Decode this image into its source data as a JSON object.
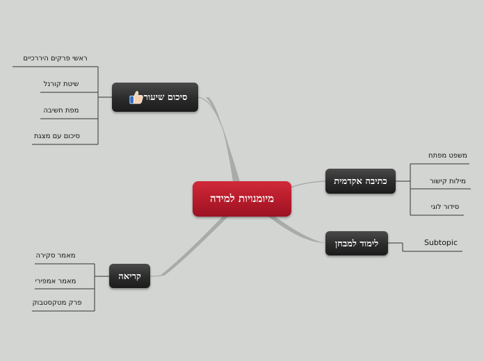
{
  "central": {
    "label": "מיומנויות למידה"
  },
  "topics": {
    "summary": {
      "label": "סיכום שיעור",
      "icon": "thumbs-up-icon",
      "leaves": [
        "ראשי פרקים היררכיים",
        "שיטת קורנל",
        "מפת חשיבה",
        "סיכום עם מצגת"
      ]
    },
    "academic": {
      "label": "כתיבה אקדמית",
      "leaves": [
        "משפט מפתח",
        "מילות קישור",
        "סידור לוגי"
      ]
    },
    "exam": {
      "label": "לימוד למבחן",
      "leaves": [
        "Subtopic"
      ]
    },
    "reading": {
      "label": "קריאה",
      "leaves": [
        "מאמר סקירה",
        "מאמר אמפירי",
        "פרק מטקסטבוק"
      ]
    }
  },
  "colors": {
    "background": "#d3d5d2",
    "central": "#b81c2c",
    "topic": "#2b2b2b",
    "connector": "#a9aba8",
    "leaf_line": "#333333"
  }
}
